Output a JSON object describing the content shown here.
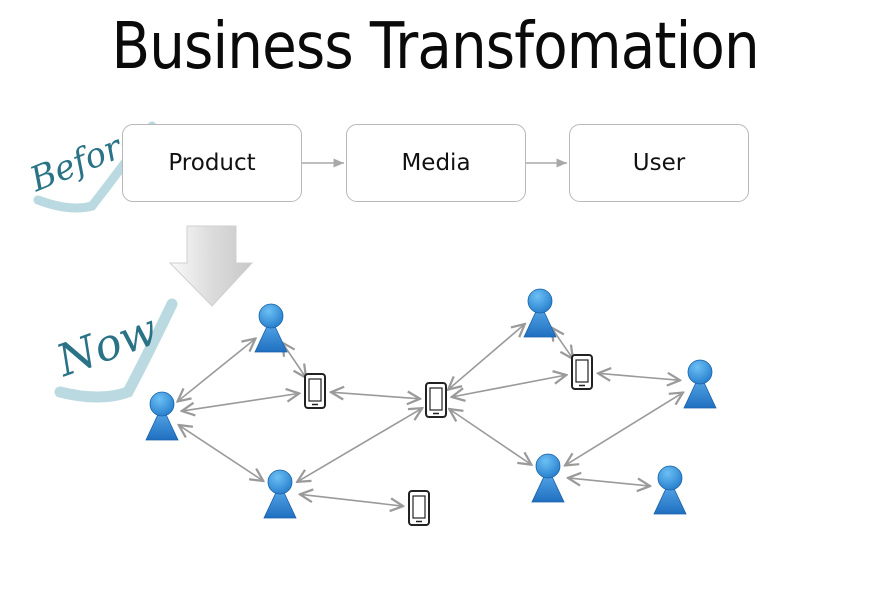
{
  "title": "Business Transfomation",
  "before": {
    "label": "Before",
    "flow": [
      "Product",
      "Media",
      "User"
    ]
  },
  "now": {
    "label": "Now",
    "nodes": [
      {
        "id": "P1",
        "type": "person"
      },
      {
        "id": "P2",
        "type": "person"
      },
      {
        "id": "P3",
        "type": "person"
      },
      {
        "id": "P4",
        "type": "person"
      },
      {
        "id": "P5",
        "type": "person"
      },
      {
        "id": "P6",
        "type": "person"
      },
      {
        "id": "P7",
        "type": "person"
      },
      {
        "id": "D1",
        "type": "mobile-device"
      },
      {
        "id": "D2",
        "type": "mobile-device"
      },
      {
        "id": "D3",
        "type": "mobile-device"
      },
      {
        "id": "D4",
        "type": "mobile-device"
      }
    ],
    "edges": [
      [
        "P2",
        "P1"
      ],
      [
        "P2",
        "D1"
      ],
      [
        "P2",
        "P3"
      ],
      [
        "P1",
        "D1"
      ],
      [
        "D1",
        "D2"
      ],
      [
        "P3",
        "D2"
      ],
      [
        "P3",
        "D4"
      ],
      [
        "D2",
        "P4"
      ],
      [
        "D2",
        "D3"
      ],
      [
        "D2",
        "P6"
      ],
      [
        "P4",
        "D3"
      ],
      [
        "D3",
        "P5"
      ],
      [
        "P5",
        "P6"
      ],
      [
        "P6",
        "P7"
      ]
    ]
  },
  "colors": {
    "person": "#2f86d6",
    "person_light": "#5fb0ef",
    "edge": "#9a9a9a",
    "handwriting": "#2a7286",
    "brush": "#8fc3cf"
  }
}
